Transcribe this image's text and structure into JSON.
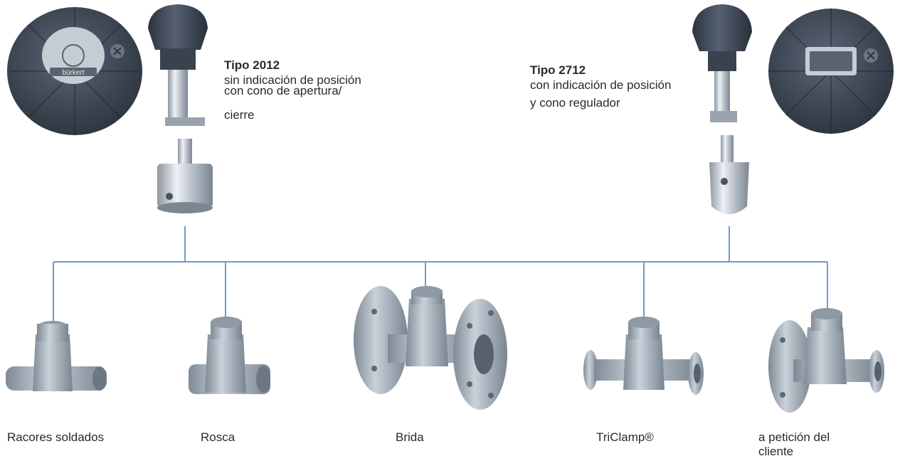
{
  "actuator_left": {
    "type_label": "Tipo 2012",
    "desc_line1": "sin indicación de posición",
    "desc_line2": "con cono de apertura/",
    "desc_line3": "cierre",
    "cap_brand": "bürkert"
  },
  "actuator_right": {
    "type_label": "Tipo 2712",
    "desc_line1": "con indicación de posición",
    "desc_line2": "y cono regulador"
  },
  "bodies": [
    {
      "label": "Racores soldados"
    },
    {
      "label": "Rosca"
    },
    {
      "label": "Brida"
    },
    {
      "label": "TriClamp®"
    },
    {
      "label": "a petición del cliente"
    }
  ],
  "colors": {
    "connector": "#6f9ac8",
    "knob_dark": "#3d4654",
    "metal": "#b9c2cc",
    "body": "#9ba6b1"
  }
}
